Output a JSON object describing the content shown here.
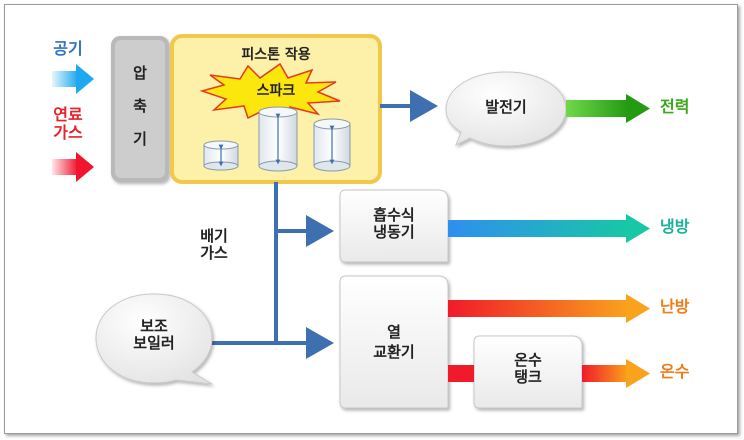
{
  "inputs": {
    "air": "공기",
    "fuel": "연료\n가스"
  },
  "compressor": {
    "label": "압\n축\n기"
  },
  "engine": {
    "title": "피스톤 작용",
    "spark": "스파크"
  },
  "generator": {
    "label": "발전기"
  },
  "exhaust": {
    "label": "배기\n가스"
  },
  "absorption_chiller": {
    "label": "흡수식\n냉동기"
  },
  "aux_boiler": {
    "label": "보조\n보일러"
  },
  "heat_exchanger": {
    "label": "열\n교환기"
  },
  "hot_water_tank": {
    "label": "온수\n탱크"
  },
  "outputs": {
    "power": "전력",
    "cooling": "냉방",
    "heating": "난방",
    "hot_water": "온수"
  },
  "colors": {
    "air": "#2f74c0",
    "fuel": "#e8212b",
    "power": "#3aa81a",
    "cooling": "#1ab39a",
    "heating": "#ef7d17",
    "hot_water": "#ef7d17",
    "pipe": "#3e6fb0",
    "engine_fill": "#fdf0a8",
    "engine_border": "#f0c84a",
    "compressor": "#b9b9b9"
  }
}
